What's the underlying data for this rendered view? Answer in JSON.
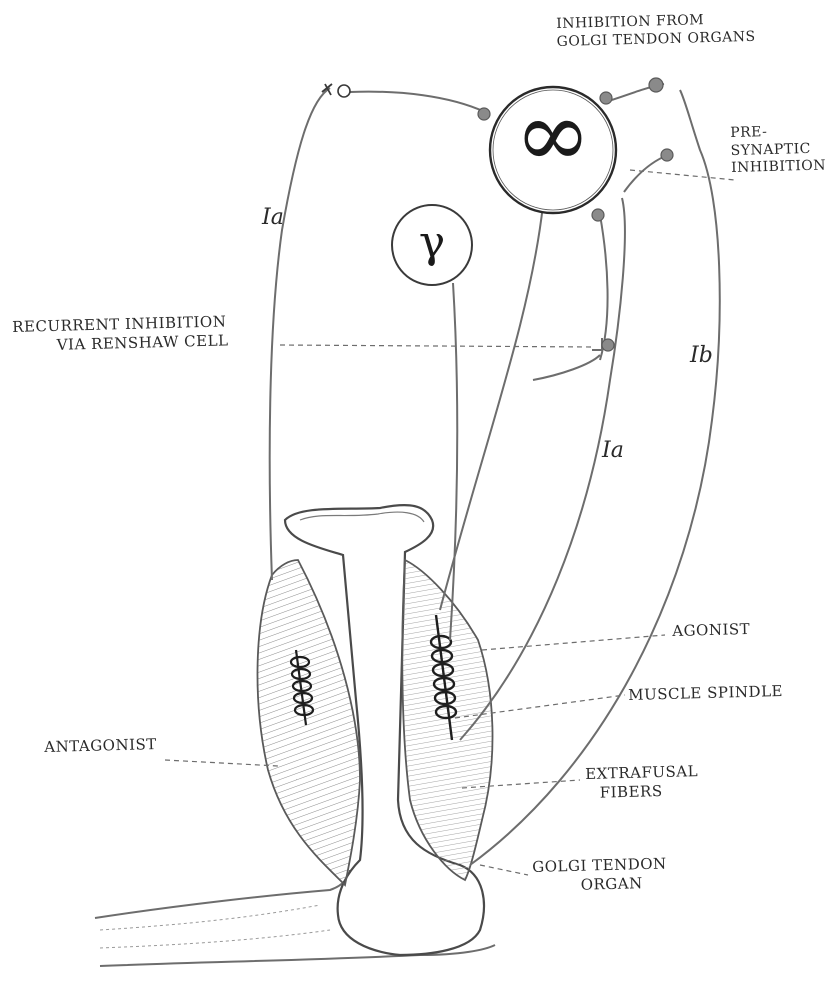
{
  "labels": {
    "inhibition_gto": [
      "INHIBITION FROM",
      "GOLGI TENDON ORGANS"
    ],
    "presynaptic": [
      "PRE-",
      "SYNAPTIC",
      "INHIBITION"
    ],
    "recurrent": [
      "RECURRENT INHIBITION",
      "VIA RENSHAW CELL"
    ],
    "agonist": "AGONIST",
    "muscle_spindle": "MUSCLE SPINDLE",
    "antagonist": "ANTAGONIST",
    "extrafusal": [
      "EXTRAFUSAL",
      "FIBERS"
    ],
    "golgi_tendon_organ": [
      "GOLGI TENDON",
      "ORGAN"
    ]
  },
  "fibers": {
    "ia_left": "Ia",
    "ia_right": "Ia",
    "ib": "Ib"
  },
  "neurons": {
    "alpha_symbol": "∞",
    "gamma_symbol": "γ"
  },
  "colors": {
    "ink": "#3a3a3a",
    "pencil": "#6d6d6d",
    "shade": "#9a9a9a",
    "synapse": "#8a8a8a"
  }
}
